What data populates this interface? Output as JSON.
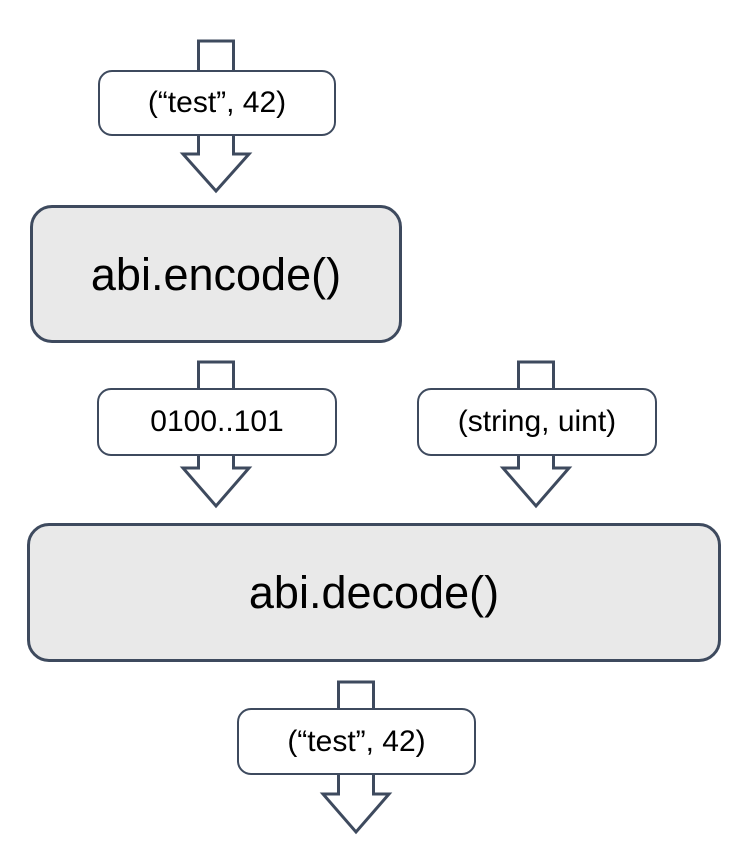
{
  "diagram": {
    "colors": {
      "stroke": "#3e4a5e",
      "process_fill": "#e9e9e9",
      "label_fill": "#ffffff",
      "text": "#000000",
      "background": "#ffffff"
    },
    "nodes": {
      "input_tuple": {
        "label": "(“test”, 42)"
      },
      "encode": {
        "label": "abi.encode()"
      },
      "encoded_bytes": {
        "label": "0100..101"
      },
      "type_tuple": {
        "label": "(string, uint)"
      },
      "decode": {
        "label": "abi.decode()"
      },
      "output_tuple": {
        "label": "(“test”, 42)"
      }
    }
  }
}
